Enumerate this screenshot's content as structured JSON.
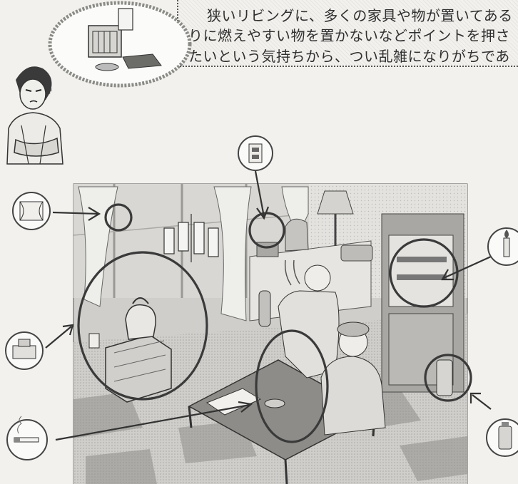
{
  "text_block": {
    "lines": [
      "狭いリビングに、多くの家具や物が置いてある",
      "りに燃えやすい物を置かないなどポイントを押さ",
      "たいという気持ちから、つい乱雑になりがちであ"
    ]
  },
  "icons": {
    "outlet": "outlet-icon",
    "curtain": "curtain-icon",
    "candle": "candle-icon",
    "heater": "heater-icon",
    "cigarette": "cigarette-icon",
    "spray_can": "spray-can-icon",
    "thought_bubble": "thought-bubble-icon",
    "woman": "woman-icon"
  },
  "colors": {
    "background": "#f2f1ee",
    "ink": "#2a2a2a",
    "circle": "#3a3a3a",
    "wall": "#c9c8c4",
    "floor_dark": "#9a9995",
    "floor_light": "#d8d7d3"
  }
}
